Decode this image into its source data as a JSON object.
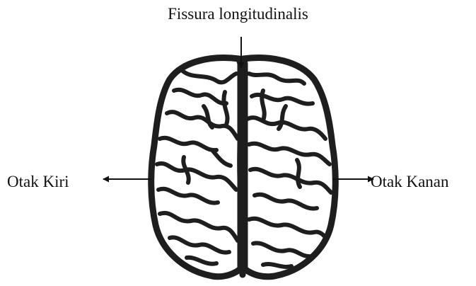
{
  "diagram": {
    "labels": {
      "top": "Fissura longitudinalis",
      "left": "Otak Kiri",
      "right": "Otak Kanan"
    },
    "colors": {
      "ink": "#1e1e1e",
      "background": "#ffffff"
    }
  }
}
